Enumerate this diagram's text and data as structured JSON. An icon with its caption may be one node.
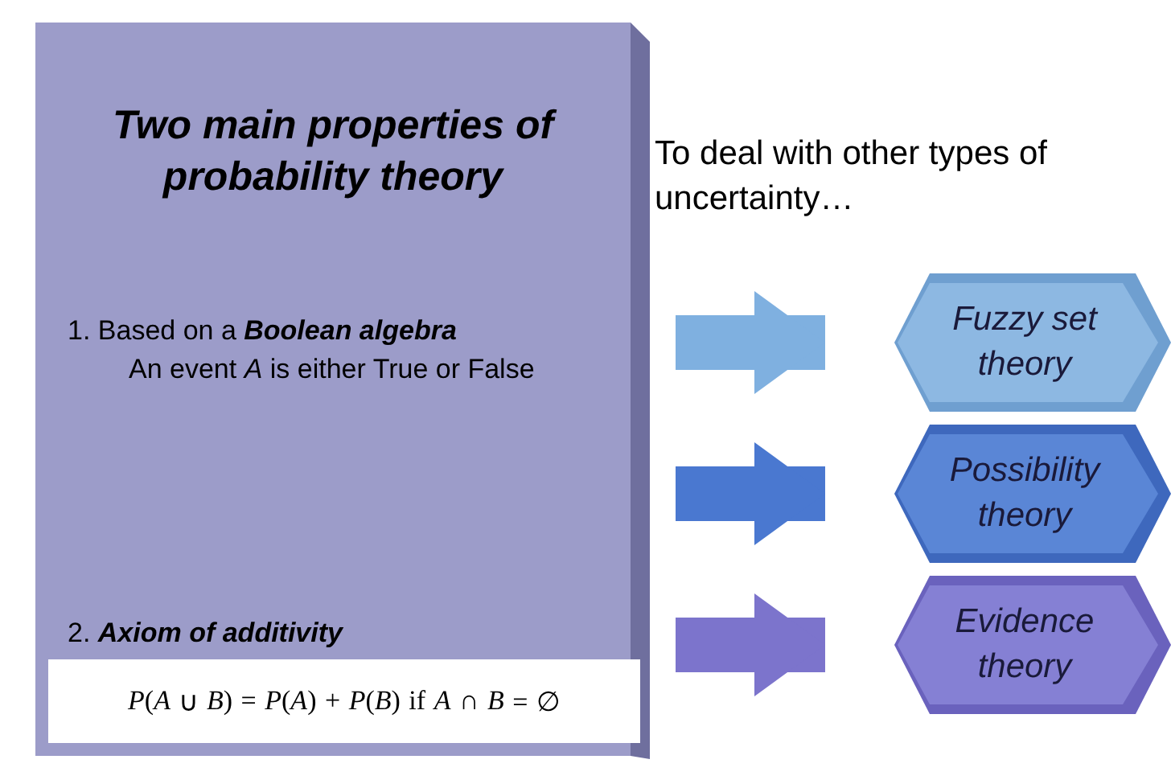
{
  "diagram": {
    "nodes": [
      {
        "text": [
          "Two main properties of probability theory",
          "1. Based on a **Boolean algebra**",
          "An event *A* is either True or False",
          "2. **Axiom of additivity**"
        ]
      },
      {
        "text": [
          "*P*(*A* ∪ *B*) = *P*(*A*) + *P*(*B*) if *A* ∩ *B* = ∅"
        ],
        "in": 0
      },
      {
        "text": [
          "Fuzzy set theory"
        ]
      },
      {
        "text": [
          "Possibility theory"
        ]
      },
      {
        "text": [
          "Evidence theory"
        ]
      }
    ],
    "edges": [
      {
        "from": null,
        "to": 2,
        "arrow": "to",
        "color": "#7fb0e0"
      },
      {
        "from": null,
        "to": 3,
        "arrow": "to",
        "color": "#4a78d0"
      },
      {
        "from": null,
        "to": 4,
        "arrow": "to",
        "color": "#7c74cc"
      }
    ],
    "labels": [
      "To deal with other types of uncertainty…"
    ]
  }
}
